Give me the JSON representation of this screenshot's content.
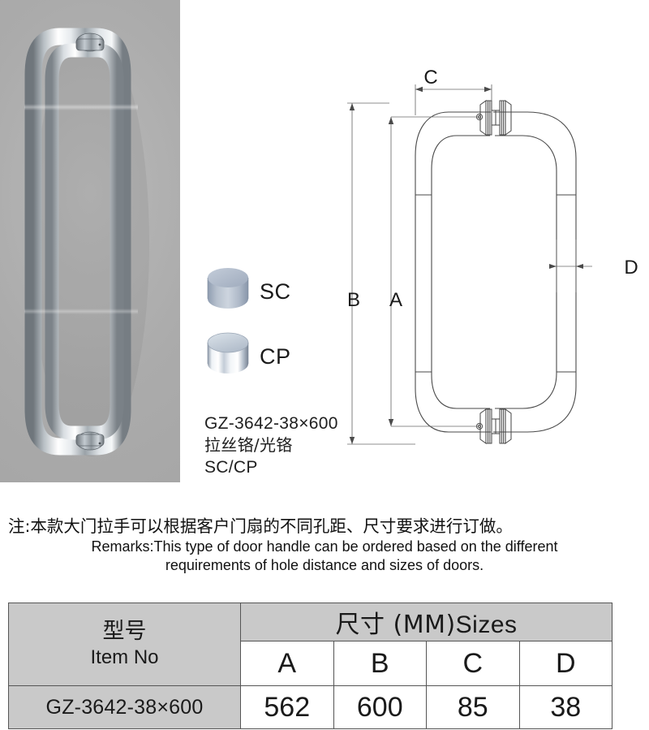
{
  "product": {
    "model_code": "GZ-3642-38×600",
    "finish_cn": "拉丝铬/光铬",
    "finish_code": "SC/CP"
  },
  "photo": {
    "alt_name": "chrome-d-pull-door-handle-photo"
  },
  "finishes": [
    {
      "code": "SC",
      "name_cn": "拉丝铬",
      "swatch_color": "#a9b4c4",
      "swatch_top": "#b9c3d1"
    },
    {
      "code": "CP",
      "name_cn": "光铬",
      "swatch_color": "#d7dde6",
      "swatch_top": "#c4cedb"
    }
  ],
  "drawing": {
    "dimension_labels": {
      "a": "A",
      "b": "B",
      "c": "C",
      "d": "D"
    },
    "title": "door-handle-technical-drawing"
  },
  "remarks": {
    "cn": "注:本款大门拉手可以根据客户门扇的不同孔距、尺寸要求进行订做。",
    "en_line1": "Remarks:This type of door handle can be ordered based on the different",
    "en_line2": "requirements of hole distance and sizes of doors."
  },
  "table": {
    "model_header_cn": "型号",
    "model_header_en": "Item No",
    "sizes_header_cn": "尺寸 (MM)",
    "sizes_header_en": "Sizes",
    "dimension_columns": [
      "A",
      "B",
      "C",
      "D"
    ],
    "rows": [
      {
        "model": "GZ-3642-38×600",
        "values": [
          "562",
          "600",
          "85",
          "38"
        ]
      }
    ]
  },
  "colors": {
    "header_grey": "#c9c9c9",
    "border": "#555555",
    "photo_bg": "#ababab",
    "text": "#1a1a1a"
  }
}
